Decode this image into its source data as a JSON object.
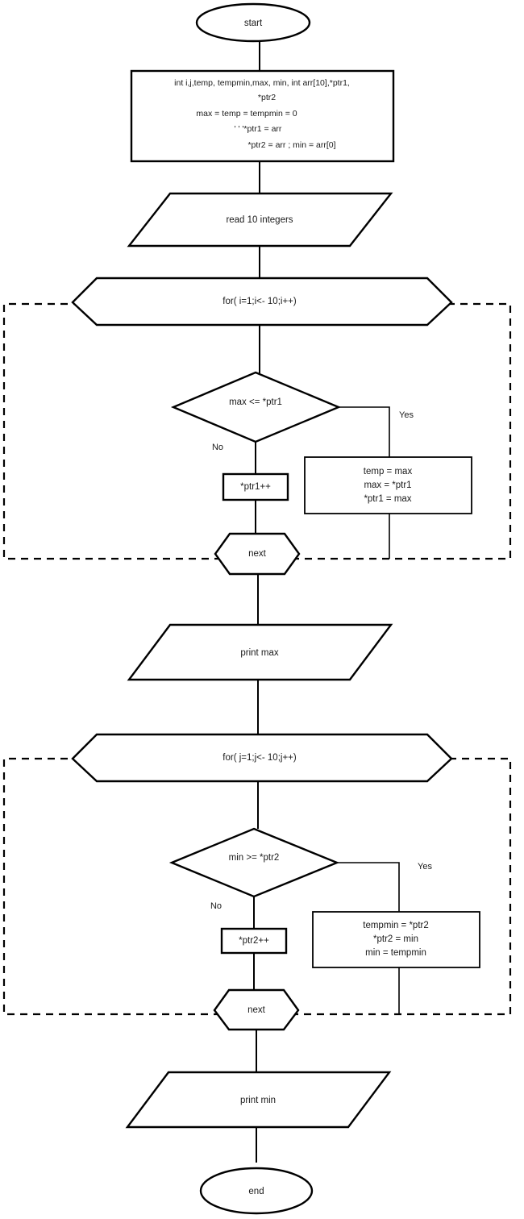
{
  "diagram": {
    "title": "Flowchart: find max and min of 10 integers using pointers",
    "colors": {
      "background": "#ffffff",
      "stroke": "#000000",
      "fill": "#ffffff",
      "text": "#1a1a1a"
    },
    "nodes": {
      "start": {
        "label": "start",
        "shape": "terminator-ellipse"
      },
      "declare": {
        "shape": "process-rectangle",
        "lines": [
          "int i,j,temp, tempmin,max, min, int arr[10],*ptr1,",
          "*ptr2",
          "max   = temp = tempmin = 0",
          "'  '  '*ptr1 = arr",
          "*ptr2 = arr ;  min = arr[0]"
        ]
      },
      "read": {
        "label": "read 10 integers",
        "shape": "io-parallelogram"
      },
      "for_i": {
        "label": "for( i=1;i<- 10;i++)",
        "shape": "loop-hexagon"
      },
      "decide_max": {
        "label": "max <= *ptr1",
        "shape": "decision-diamond"
      },
      "ptr1_inc": {
        "label": "*ptr1++",
        "shape": "process-rectangle"
      },
      "swap_max": {
        "shape": "process-rectangle",
        "lines": [
          "temp = max",
          "max = *ptr1",
          "*ptr1 = max"
        ]
      },
      "next_1": {
        "label": "next",
        "shape": "loop-end-hexagon"
      },
      "print_max": {
        "label": "print max",
        "shape": "io-parallelogram"
      },
      "for_j": {
        "label": "for( j=1;j<- 10;j++)",
        "shape": "loop-hexagon"
      },
      "decide_min": {
        "label": "min >= *ptr2",
        "shape": "decision-diamond"
      },
      "ptr2_inc": {
        "label": "*ptr2++",
        "shape": "process-rectangle"
      },
      "swap_min": {
        "shape": "process-rectangle",
        "lines": [
          "tempmin = *ptr2",
          "*ptr2 = min",
          "min = tempmin"
        ]
      },
      "next_2": {
        "label": "next",
        "shape": "loop-end-hexagon"
      },
      "print_min": {
        "label": "print min",
        "shape": "io-parallelogram"
      },
      "end": {
        "label": "end",
        "shape": "terminator-ellipse"
      }
    },
    "edge_labels": {
      "yes_1": "Yes",
      "no_1": "No",
      "yes_2": "Yes",
      "no_2": "No"
    }
  }
}
